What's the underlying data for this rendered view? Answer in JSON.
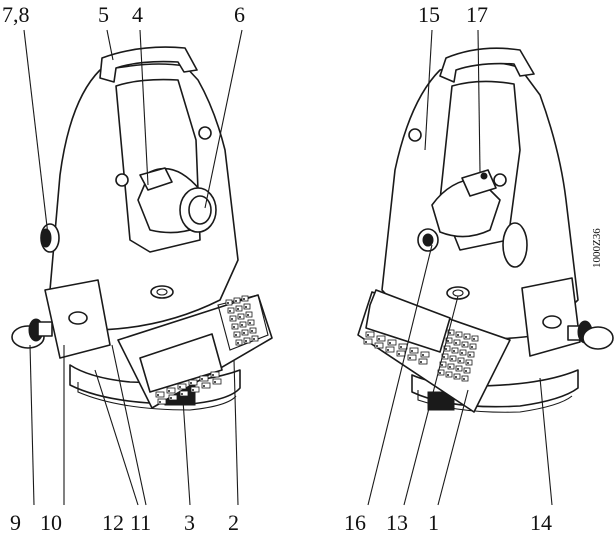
{
  "callouts_top_left": [
    "7,8",
    "5",
    "4",
    "6"
  ],
  "callouts_top_right": [
    "15",
    "17"
  ],
  "callouts_bottom_left": [
    "9",
    "10",
    "12",
    "11",
    "3",
    "2"
  ],
  "callouts_bottom_right": [
    "16",
    "13",
    "1",
    "14"
  ],
  "figure_code": "1000Z36",
  "ink_color": "#1a1a1a"
}
